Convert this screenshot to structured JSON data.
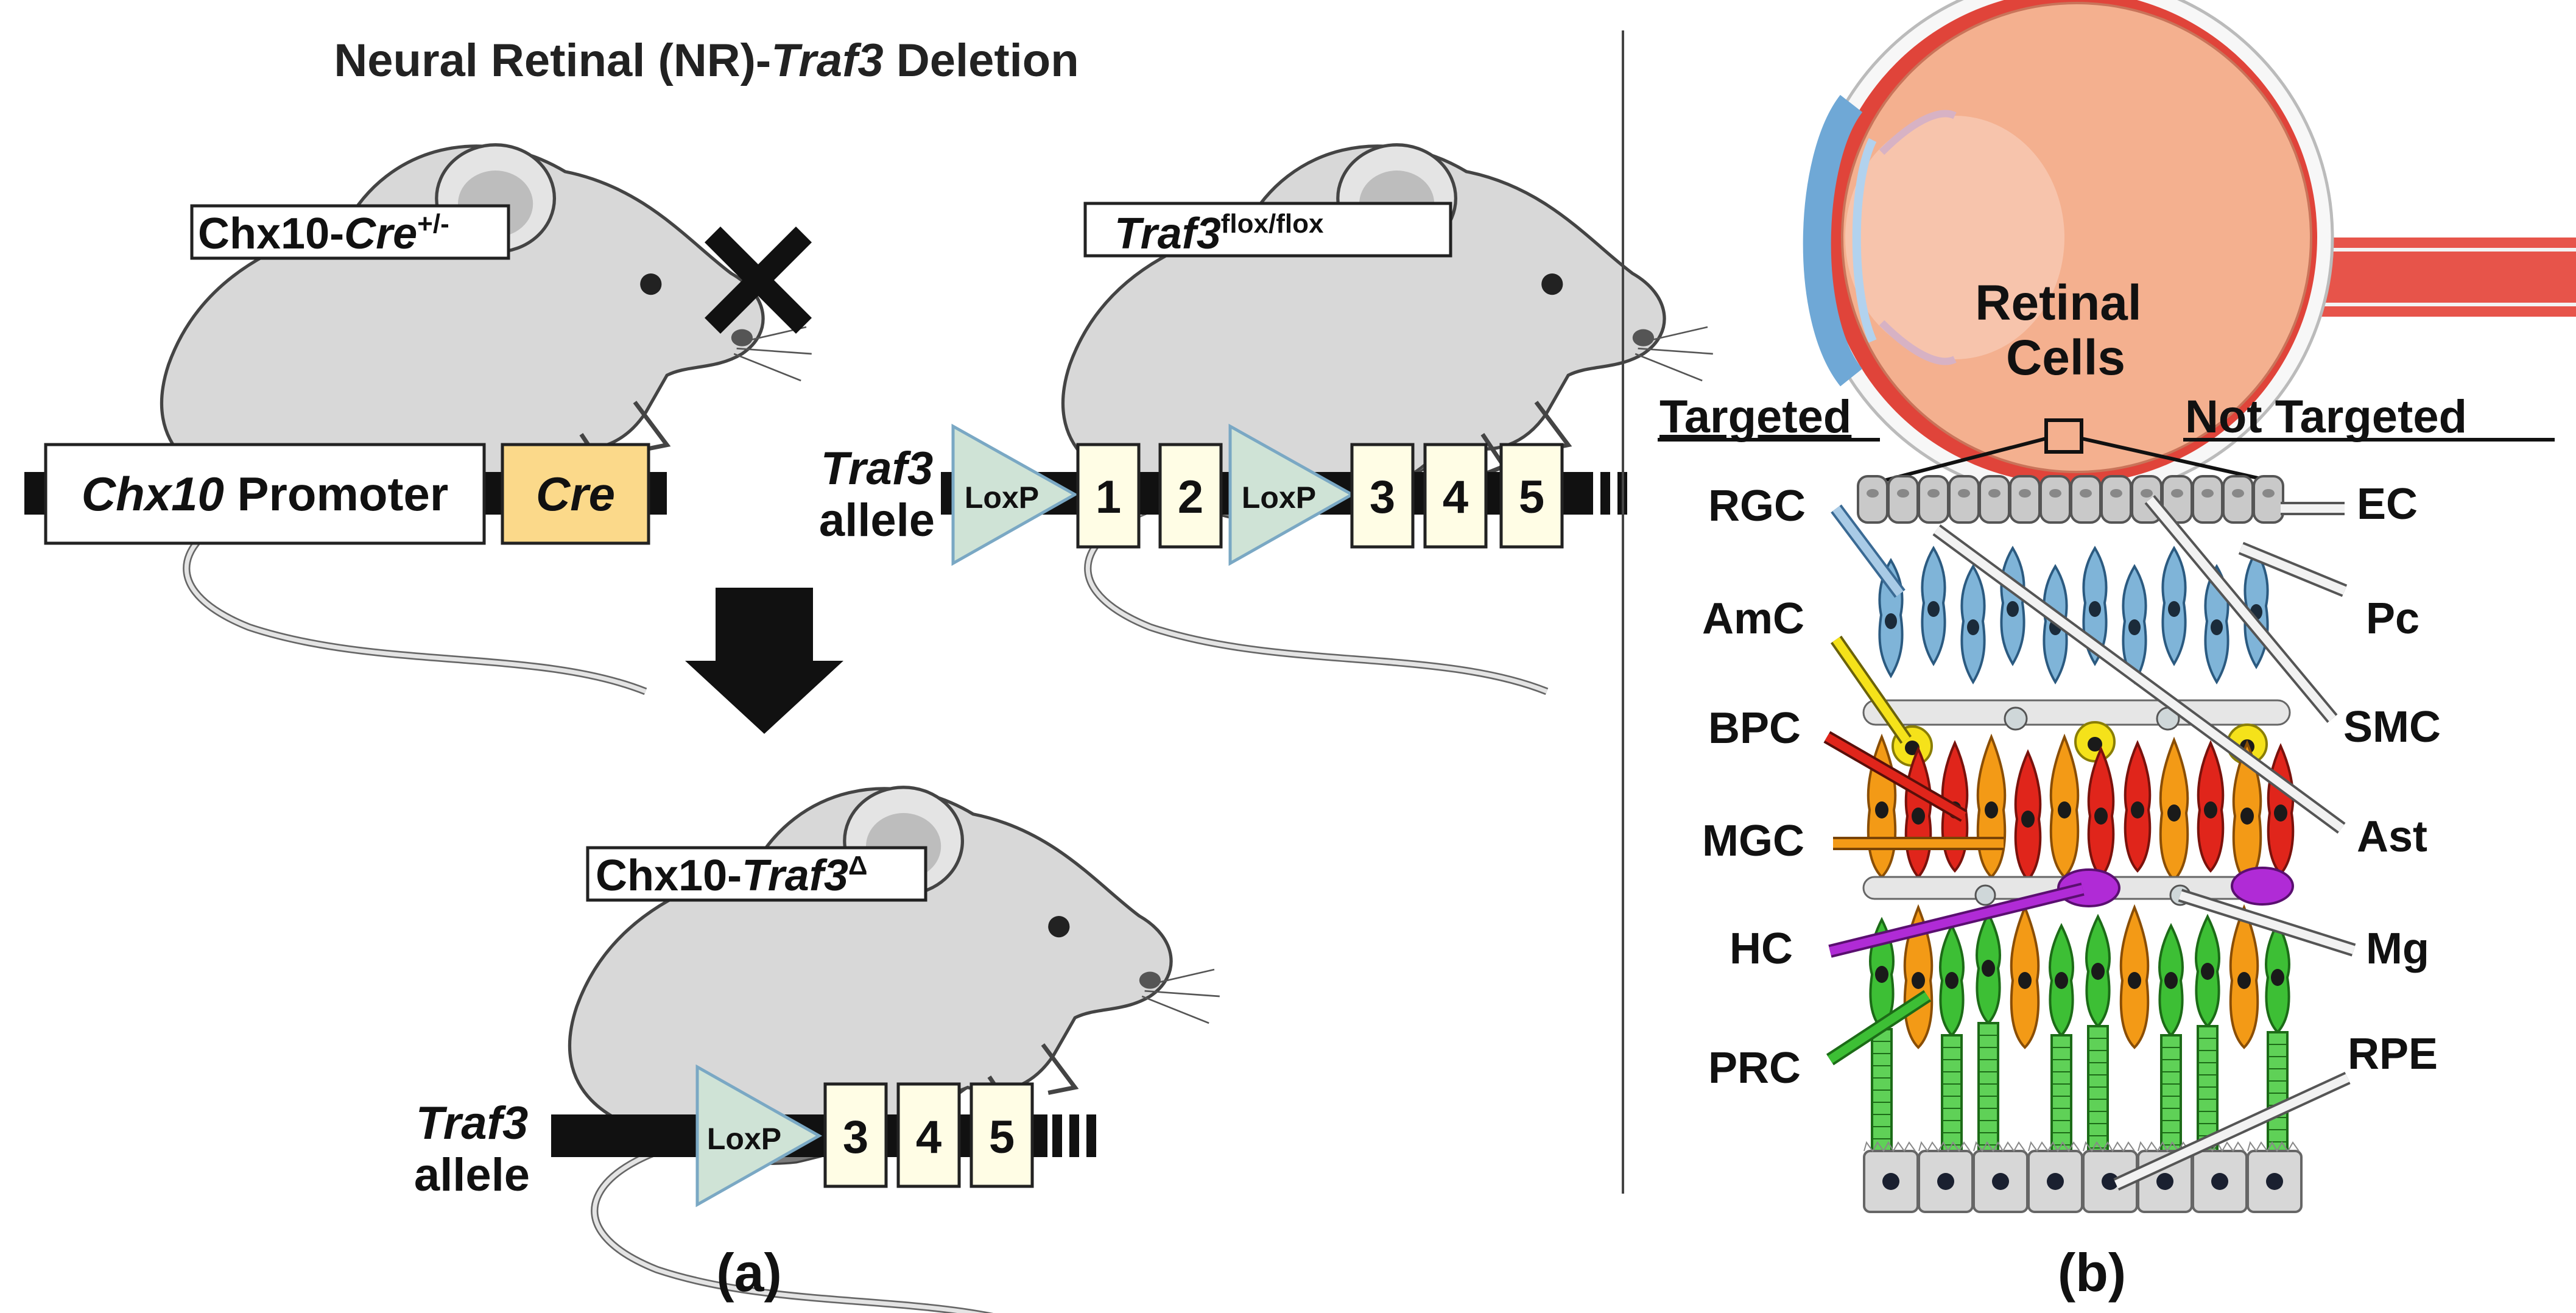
{
  "panel_a": {
    "title_pre": "Neural Retinal (NR)-",
    "title_gene": "Traf3",
    "title_post": " Deletion",
    "mouse1_pre": "Chx10-",
    "mouse1_gene": "Cre",
    "mouse1_sup": "+/-",
    "mouse2_gene": "Traf3",
    "mouse2_sup": "flox/flox",
    "mouse3_pre": "Chx10-",
    "mouse3_gene": "Traf3",
    "mouse3_sup": "Δ",
    "promoter_gene": "Chx10",
    "promoter_word": " Promoter",
    "cre": "Cre",
    "allele_gene": "Traf3",
    "allele_word": "allele",
    "loxp": "LoxP",
    "exons_flox": [
      "1",
      "2",
      "3",
      "4",
      "5"
    ],
    "exons_deleted": [
      "3",
      "4",
      "5"
    ],
    "label": "(a)"
  },
  "panel_b": {
    "retinal_line1": "Retinal",
    "retinal_line2": "Cells",
    "targeted_header": "Targeted",
    "not_targeted_header": "Not Targeted",
    "left_labels": [
      "RGC",
      "AmC",
      "BPC",
      "MGC",
      "HC",
      "PRC"
    ],
    "right_labels": [
      "EC",
      "Pc",
      "SMC",
      "Ast",
      "Mg",
      "RPE"
    ],
    "label": "(b)"
  },
  "colors": {
    "rgc": "#7fb4d8",
    "amc": "#f5e21a",
    "bpc": "#e0251b",
    "mgc": "#f39a16",
    "hc": "#b02bd6",
    "prc": "#3dbf35",
    "cre_box": "#fbd98a",
    "exon_box": "#fffde5",
    "loxp": "#cfe3d6",
    "mouse_body": "#d9d9d9",
    "eye": "#f4b08f"
  }
}
